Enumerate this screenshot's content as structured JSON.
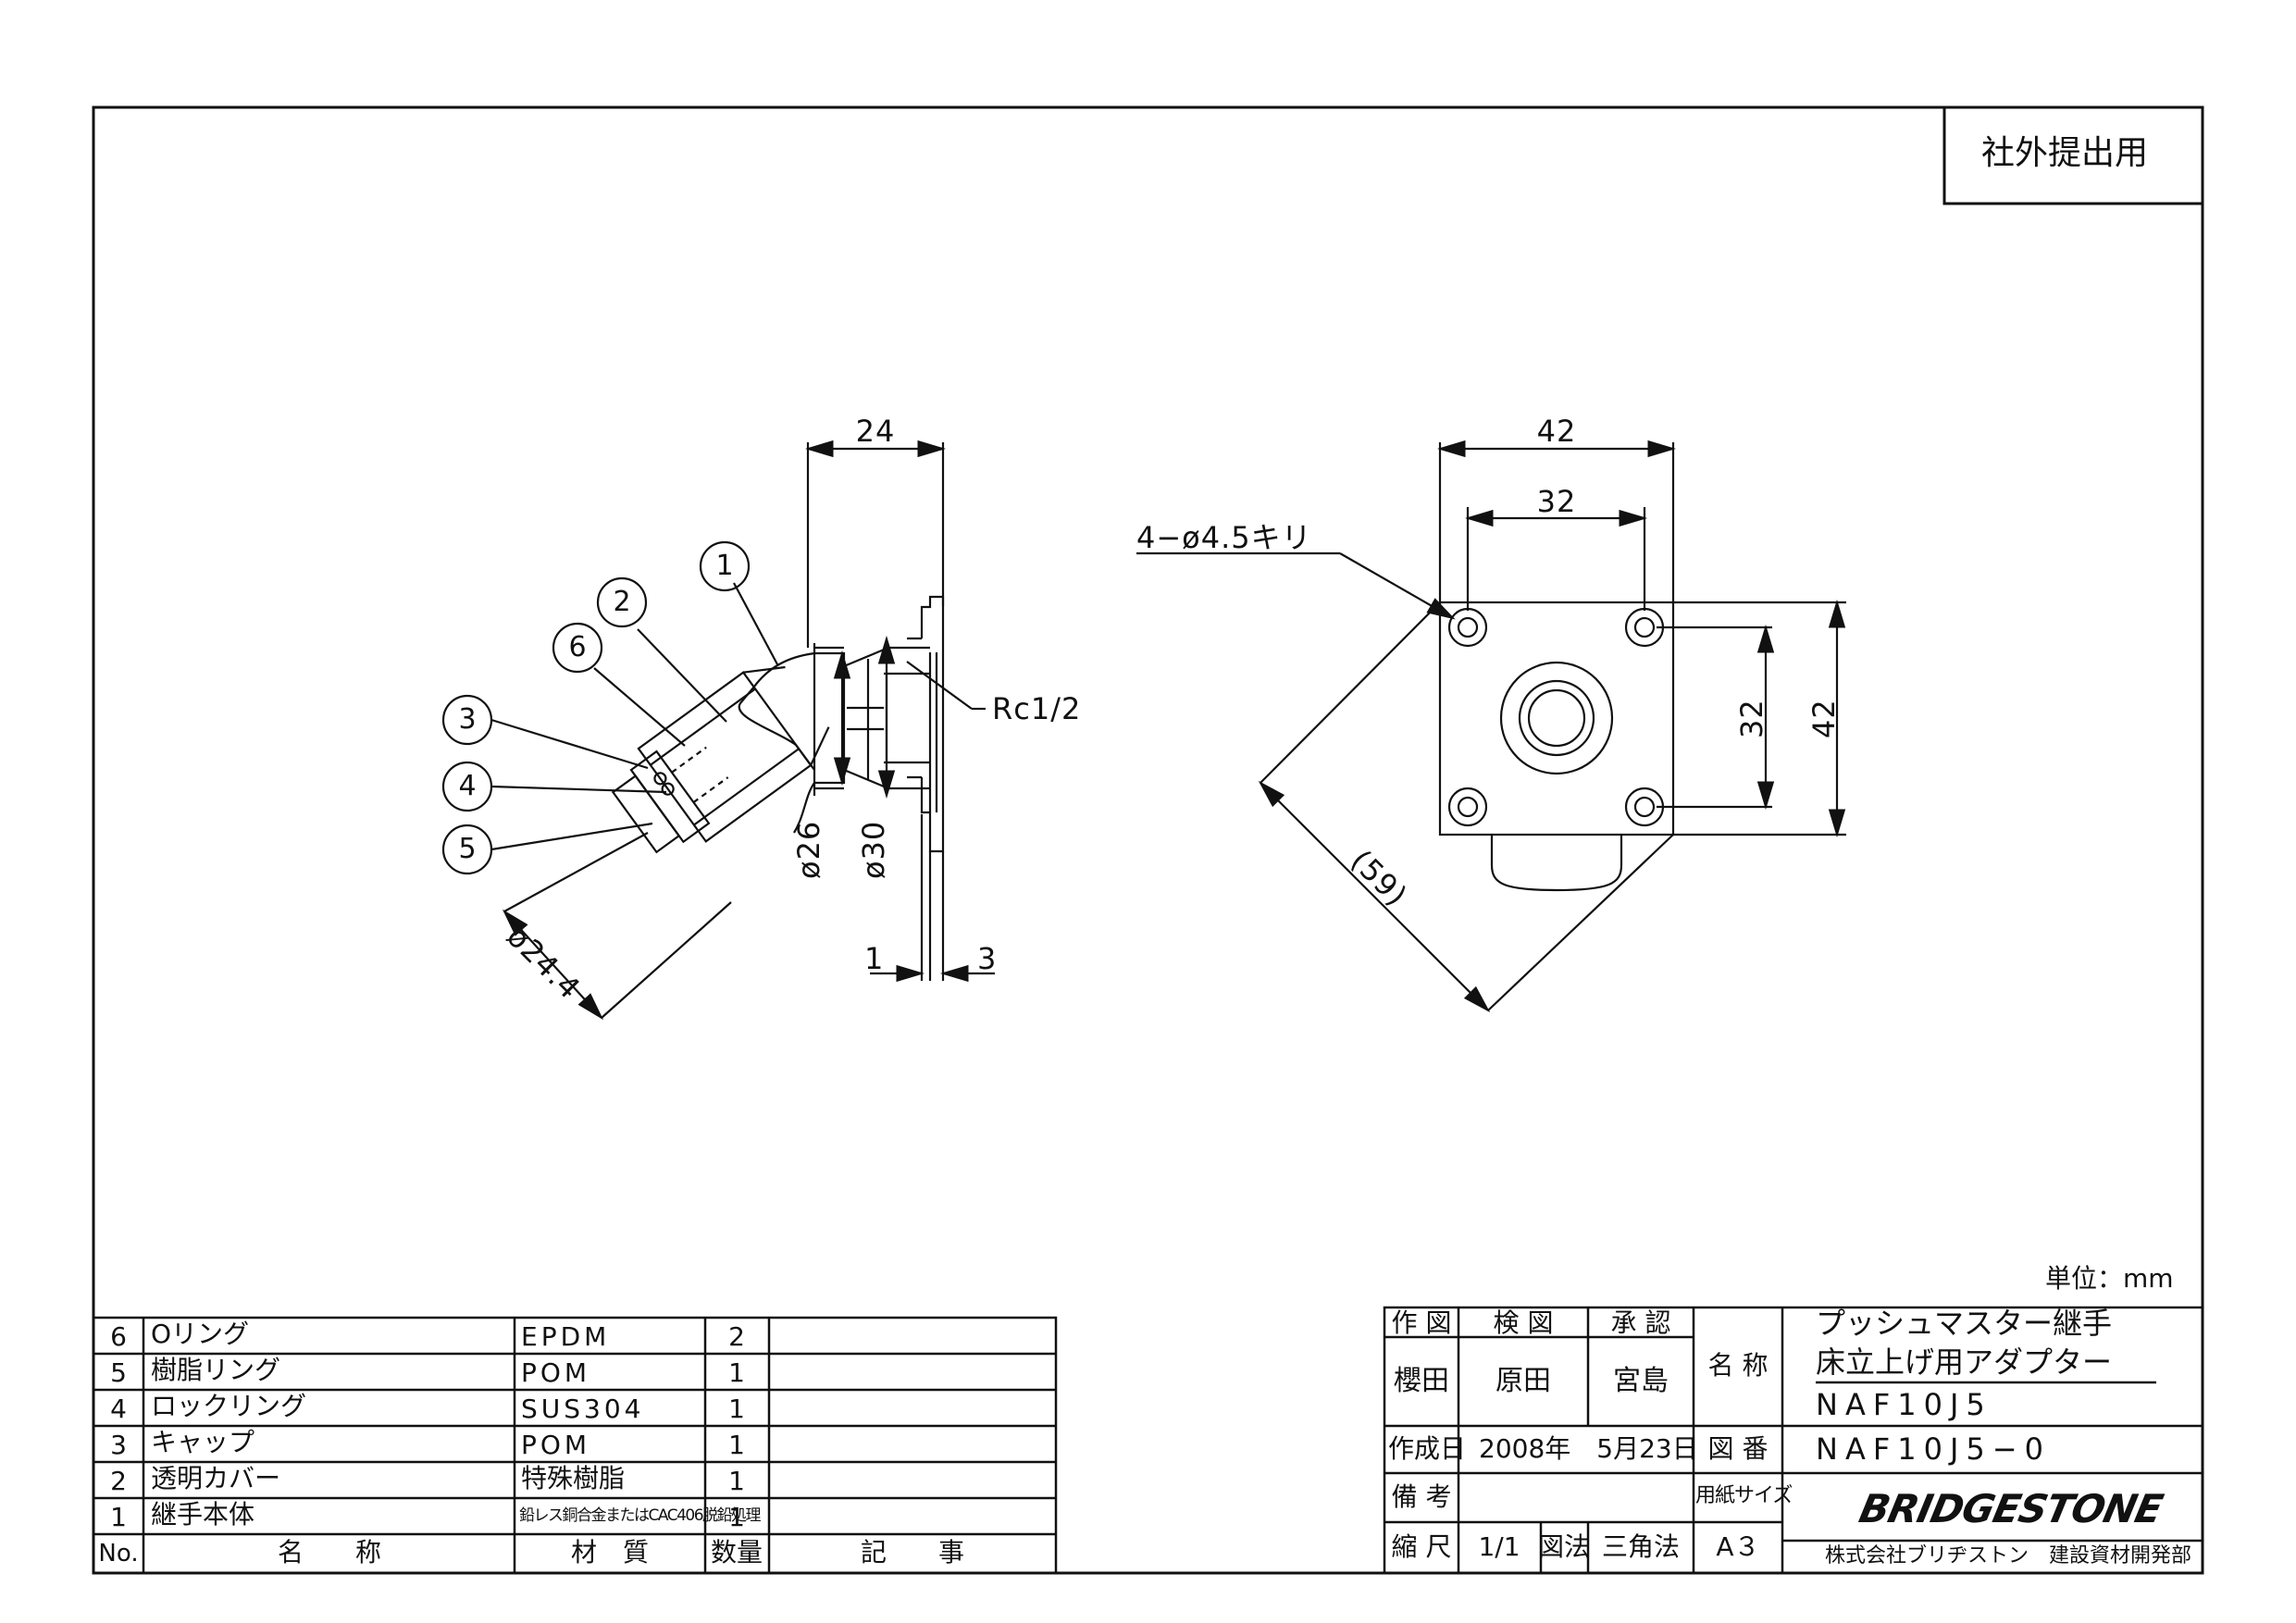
{
  "stamp": "社外提出用",
  "unit_label": "単位：mm",
  "parts_table": {
    "headers": {
      "no": "No.",
      "name": "名　　称",
      "material": "材　質",
      "qty": "数量",
      "note": "記　　事"
    },
    "rows": [
      {
        "no": "6",
        "name": "Oリング",
        "material": "EPDM",
        "qty": "2",
        "note": ""
      },
      {
        "no": "5",
        "name": "樹脂リング",
        "material": "POM",
        "qty": "1",
        "note": ""
      },
      {
        "no": "4",
        "name": "ロックリング",
        "material": "SUS304",
        "qty": "1",
        "note": ""
      },
      {
        "no": "3",
        "name": "キャップ",
        "material": "POM",
        "qty": "1",
        "note": ""
      },
      {
        "no": "2",
        "name": "透明カバー",
        "material": "特殊樹脂",
        "qty": "1",
        "note": ""
      },
      {
        "no": "1",
        "name": "継手本体",
        "material": "鉛レス銅合金またはCAC406脱鉛処理",
        "qty": "1",
        "note": ""
      }
    ]
  },
  "title_block": {
    "made_label": "作 図",
    "checked_label": "検 図",
    "approved_label": "承 認",
    "made_by": "櫻田",
    "checked_by": "原田",
    "approved_by": "宮島",
    "name_label": "名 称",
    "product_line1": "プッシュマスター継手",
    "product_line2": "床立上げ用アダプター",
    "product_code": "NAF10J5",
    "date_label": "作成日",
    "date": "2008年　5月23日",
    "drawing_no_label": "図 番",
    "drawing_no": "NAF10J5−0",
    "remarks_label": "備 考",
    "remarks": "",
    "paper_label": "用紙サイズ",
    "paper": "A３",
    "scale_label": "縮 尺",
    "scale": "1/1",
    "projection_label": "図法",
    "projection": "三角法",
    "brand": "BRIDGESTONE",
    "company": "株式会社ブリヂストン　建設資材開発部"
  },
  "side_view": {
    "dim_top": "24",
    "dim_thread": "Rc1/2",
    "dim_d26": "ø26",
    "dim_d30": "ø30",
    "dim_d24_4": "ø24.4",
    "dim_1": "1",
    "dim_3": "3",
    "balloons": [
      "1",
      "2",
      "6",
      "3",
      "4",
      "5"
    ]
  },
  "front_view": {
    "dim_top_outer": "42",
    "dim_top_inner": "32",
    "dim_right_inner": "32",
    "dim_right_outer": "42",
    "dim_diag": "(59)",
    "hole_note": "4−ø4.5キリ"
  }
}
